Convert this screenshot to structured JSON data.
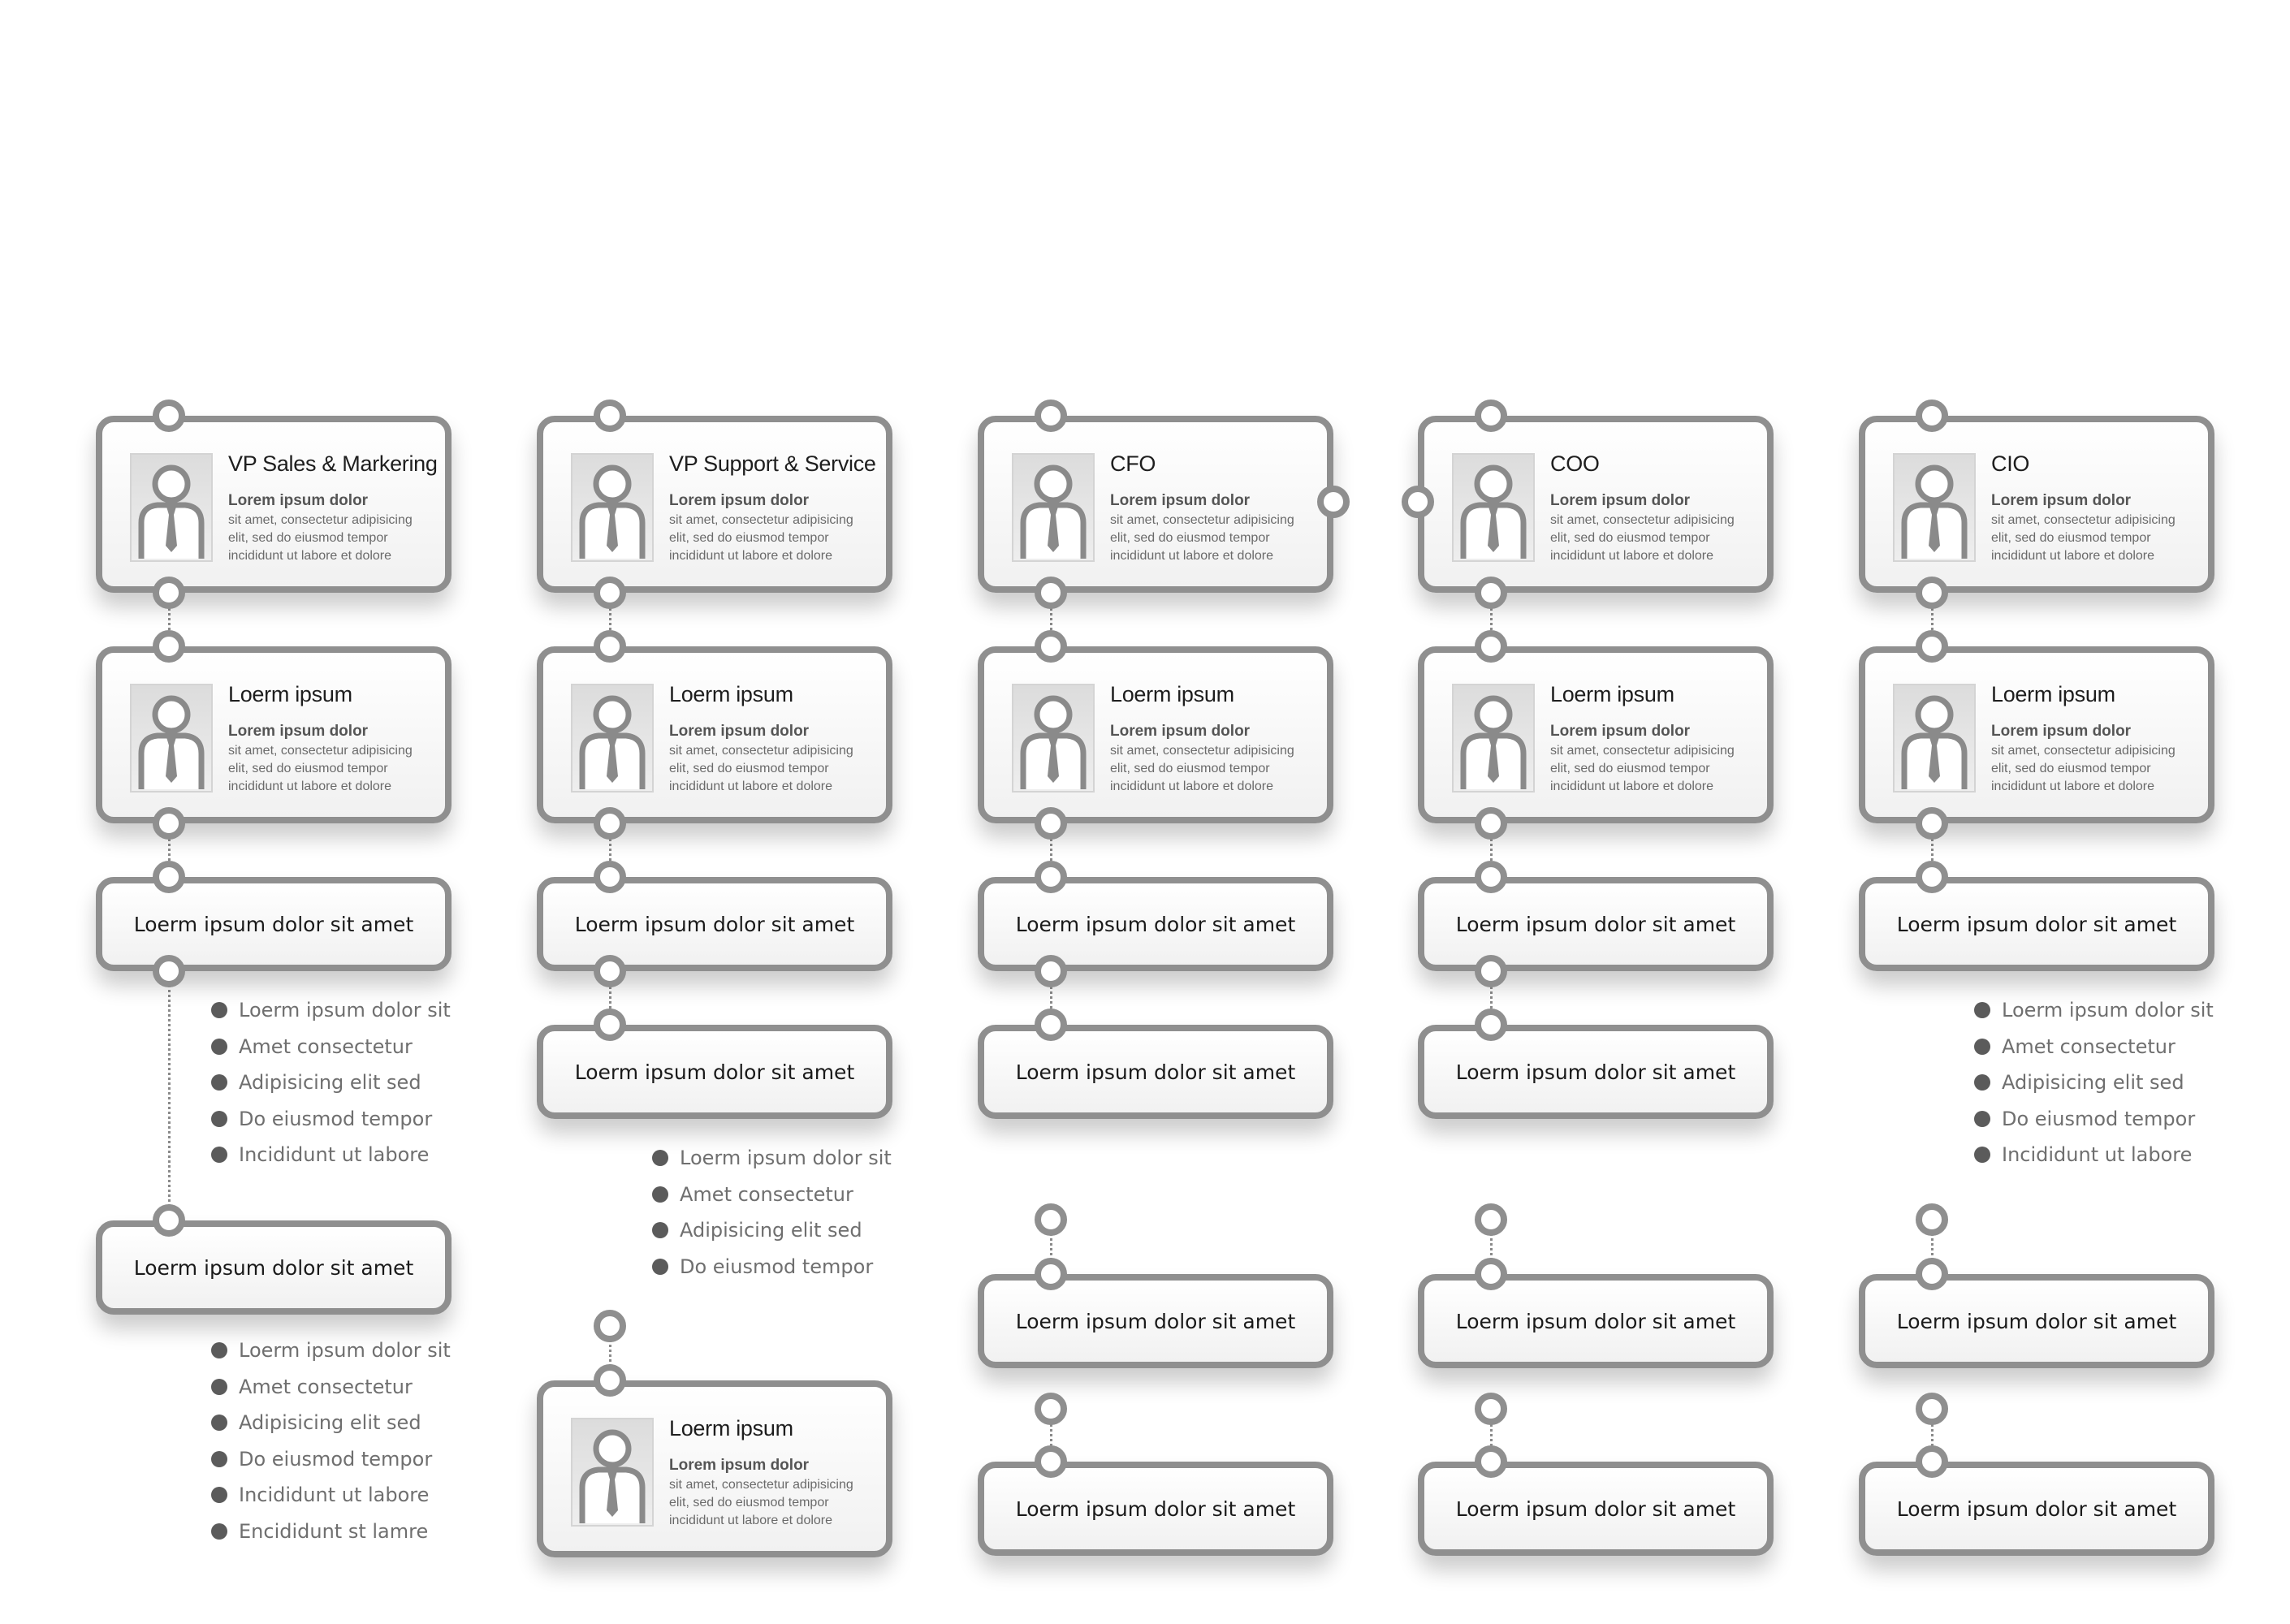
{
  "colors": {
    "card_border": "#8f8f8f",
    "connector": "#8a8a8a",
    "bullet": "#5b5b5b"
  },
  "icons": {
    "avatar": "person-avatar-icon",
    "bullet": "bullet-dot-icon"
  },
  "columns": [
    {
      "id": "vp-sales",
      "cards": [
        {
          "kind": "person",
          "title": "VP Sales & Markering",
          "subtitle": "Lorem ipsum dolor",
          "desc": [
            "sit amet, consectetur adipisicing",
            "elit, sed do eiusmod tempor",
            "incididunt ut labore et dolore"
          ]
        },
        {
          "kind": "person",
          "title": "Loerm ipsum",
          "subtitle": "Lorem ipsum dolor",
          "desc": [
            "sit amet, consectetur adipisicing",
            "elit, sed do eiusmod tempor",
            "incididunt ut labore et dolore"
          ]
        },
        {
          "kind": "text",
          "label": "Loerm ipsum dolor sit amet"
        },
        {
          "kind": "text",
          "label": "Loerm ipsum dolor sit amet"
        }
      ],
      "bullet_lists": [
        [
          "Loerm ipsum dolor sit",
          "Amet consectetur",
          "Adipisicing elit sed",
          "Do eiusmod tempor",
          "Incididunt ut labore"
        ],
        [
          "Loerm ipsum dolor sit",
          "Amet consectetur",
          "Adipisicing elit sed",
          "Do eiusmod tempor",
          "Incididunt ut labore",
          "Encididunt st lamre"
        ]
      ]
    },
    {
      "id": "vp-support",
      "cards": [
        {
          "kind": "person",
          "title": "VP Support & Service",
          "subtitle": "Lorem ipsum dolor",
          "desc": [
            "sit amet, consectetur adipisicing",
            "elit, sed do eiusmod tempor",
            "incididunt ut labore et dolore"
          ]
        },
        {
          "kind": "person",
          "title": "Loerm ipsum",
          "subtitle": "Lorem ipsum dolor",
          "desc": [
            "sit amet, consectetur adipisicing",
            "elit, sed do eiusmod tempor",
            "incididunt ut labore et dolore"
          ]
        },
        {
          "kind": "text",
          "label": "Loerm ipsum dolor sit amet"
        },
        {
          "kind": "text",
          "label": "Loerm ipsum dolor sit amet"
        },
        {
          "kind": "person",
          "title": "Loerm ipsum",
          "subtitle": "Lorem ipsum dolor",
          "desc": [
            "sit amet, consectetur adipisicing",
            "elit, sed do eiusmod tempor",
            "incididunt ut labore et dolore"
          ]
        }
      ],
      "bullet_lists": [
        [
          "Loerm ipsum dolor sit",
          "Amet consectetur",
          "Adipisicing elit sed",
          "Do eiusmod tempor"
        ]
      ]
    },
    {
      "id": "cfo",
      "cards": [
        {
          "kind": "person",
          "title": "CFO",
          "subtitle": "Lorem ipsum dolor",
          "desc": [
            "sit amet, consectetur adipisicing",
            "elit, sed do eiusmod tempor",
            "incididunt ut labore et dolore"
          ]
        },
        {
          "kind": "person",
          "title": "Loerm ipsum",
          "subtitle": "Lorem ipsum dolor",
          "desc": [
            "sit amet, consectetur adipisicing",
            "elit, sed do eiusmod tempor",
            "incididunt ut labore et dolore"
          ]
        },
        {
          "kind": "text",
          "label": "Loerm ipsum dolor sit amet"
        },
        {
          "kind": "text",
          "label": "Loerm ipsum dolor sit amet"
        },
        {
          "kind": "text",
          "label": "Loerm ipsum dolor sit amet"
        },
        {
          "kind": "text",
          "label": "Loerm ipsum dolor sit amet"
        }
      ],
      "bullet_lists": []
    },
    {
      "id": "coo",
      "cards": [
        {
          "kind": "person",
          "title": "COO",
          "subtitle": "Lorem ipsum dolor",
          "desc": [
            "sit amet, consectetur adipisicing",
            "elit, sed do eiusmod tempor",
            "incididunt ut labore et dolore"
          ]
        },
        {
          "kind": "person",
          "title": "Loerm ipsum",
          "subtitle": "Lorem ipsum dolor",
          "desc": [
            "sit amet, consectetur adipisicing",
            "elit, sed do eiusmod tempor",
            "incididunt ut labore et dolore"
          ]
        },
        {
          "kind": "text",
          "label": "Loerm ipsum dolor sit amet"
        },
        {
          "kind": "text",
          "label": "Loerm ipsum dolor sit amet"
        },
        {
          "kind": "text",
          "label": "Loerm ipsum dolor sit amet"
        },
        {
          "kind": "text",
          "label": "Loerm ipsum dolor sit amet"
        }
      ],
      "bullet_lists": []
    },
    {
      "id": "cio",
      "cards": [
        {
          "kind": "person",
          "title": "CIO",
          "subtitle": "Lorem ipsum dolor",
          "desc": [
            "sit amet, consectetur adipisicing",
            "elit, sed do eiusmod tempor",
            "incididunt ut labore et dolore"
          ]
        },
        {
          "kind": "person",
          "title": "Loerm ipsum",
          "subtitle": "Lorem ipsum dolor",
          "desc": [
            "sit amet, consectetur adipisicing",
            "elit, sed do eiusmod tempor",
            "incididunt ut labore et dolore"
          ]
        },
        {
          "kind": "text",
          "label": "Loerm ipsum dolor sit amet"
        },
        {
          "kind": "text",
          "label": "Loerm ipsum dolor sit amet"
        },
        {
          "kind": "text",
          "label": "Loerm ipsum dolor sit amet"
        }
      ],
      "bullet_lists": [
        [
          "Loerm ipsum dolor sit",
          "Amet consectetur",
          "Adipisicing elit sed",
          "Do eiusmod tempor",
          "Incididunt ut labore"
        ]
      ]
    }
  ]
}
